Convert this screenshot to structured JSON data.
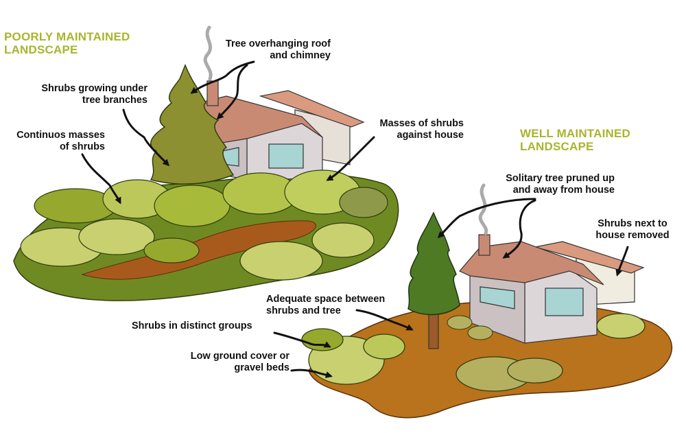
{
  "headings": {
    "poor_line1": "POORLY MAINTAINED",
    "poor_line2": "LANDSCAPE",
    "well_line1": "WELL MAINTAINED",
    "well_line2": "LANDSCAPE"
  },
  "labels": {
    "tree_overhanging": {
      "line1": "Tree overhanging roof",
      "line2": "and chimney"
    },
    "shrubs_under_branches": {
      "line1": "Shrubs growing under",
      "line2": "tree branches"
    },
    "continuous_masses": {
      "line1": "Continuos masses",
      "line2": "of shrubs"
    },
    "masses_against_house": {
      "line1": "Masses of shrubs",
      "line2": "against house"
    },
    "solitary_tree": {
      "line1": "Solitary tree pruned up",
      "line2": "and away from house"
    },
    "shrubs_removed": {
      "line1": "Shrubs next to",
      "line2": "house removed"
    },
    "adequate_space": {
      "line1": "Adequate space between",
      "line2": "shrubs and tree"
    },
    "distinct_groups": {
      "line1": "Shrubs in distinct groups"
    },
    "ground_cover": {
      "line1": "Low ground cover or",
      "line2": "gravel beds"
    }
  },
  "colors": {
    "heading": "#a9b42c",
    "ground": "#b8731c",
    "dirt_path": "#a85a1c",
    "shrub_light": "#c8d070",
    "shrub_mid": "#96a82e",
    "shrub_dark": "#5f7a1c",
    "tree_olive": "#8c9030",
    "tree_pine": "#4e7a24",
    "roof": "#c98a73",
    "wall": "#e8e4e4",
    "window": "#a8d4d4"
  }
}
